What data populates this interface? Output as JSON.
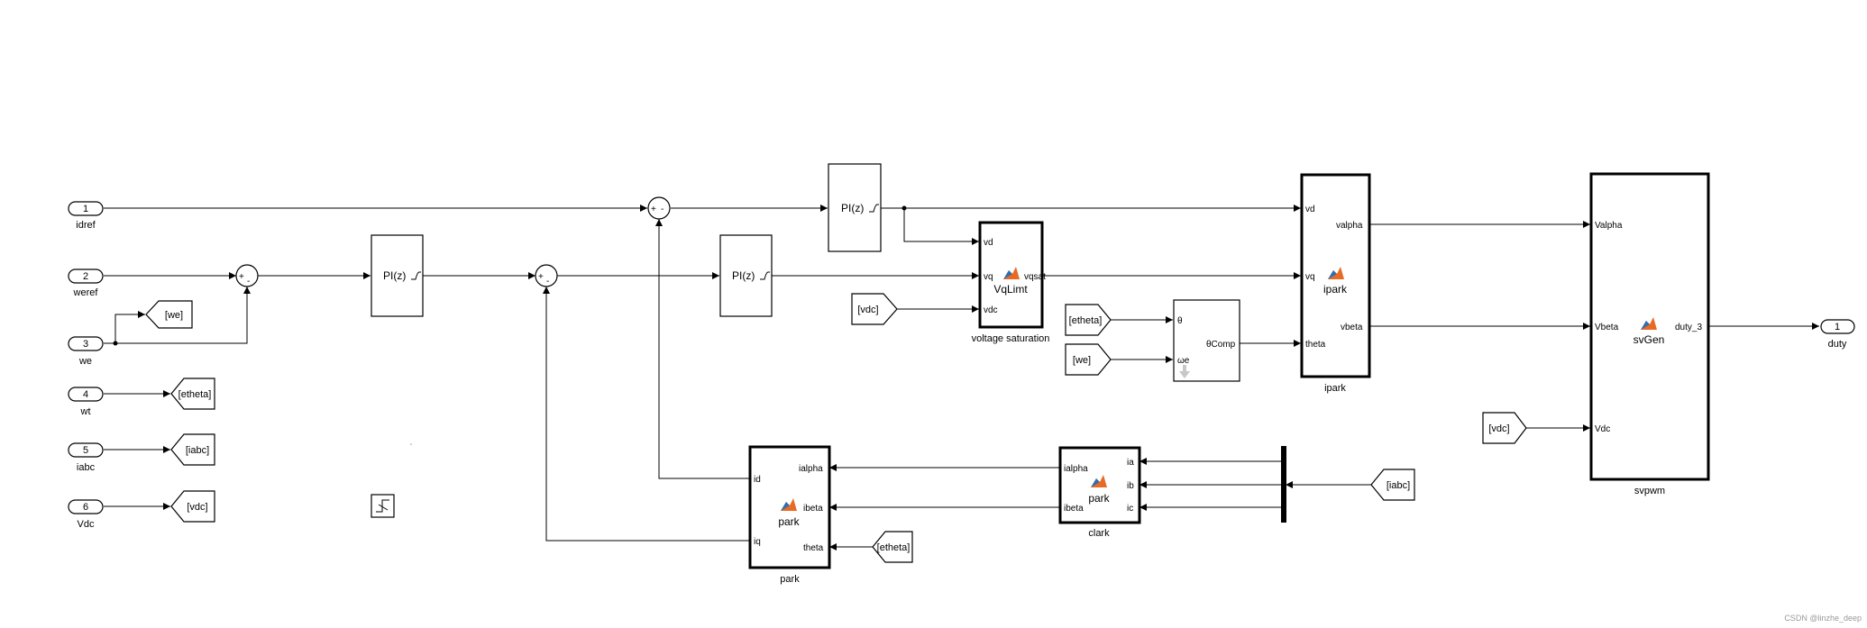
{
  "inports": [
    {
      "num": "1",
      "name": "idref"
    },
    {
      "num": "2",
      "name": "weref"
    },
    {
      "num": "3",
      "name": "we"
    },
    {
      "num": "4",
      "name": "wt"
    },
    {
      "num": "5",
      "name": "iabc"
    },
    {
      "num": "6",
      "name": "Vdc"
    }
  ],
  "outport": {
    "num": "1",
    "name": "duty"
  },
  "goto_tags": {
    "we": "[we]",
    "etheta": "[etheta]",
    "iabc": "[iabc]",
    "vdc": "[vdc]"
  },
  "from_tags": {
    "vdc": "[vdc]",
    "etheta": "[etheta]",
    "we": "[we]",
    "iabc": "[iabc]"
  },
  "sum_signs": {
    "plus": "+",
    "minus": "-"
  },
  "pi": {
    "label": "PI(z)"
  },
  "vqlimit": {
    "in_vd": "vd",
    "in_vq": "vq",
    "in_vdc": "vdc",
    "out": "vqsat",
    "func": "VqLimt",
    "caption": "voltage saturation"
  },
  "thetacomp": {
    "in_theta": "θ",
    "in_we": "ωe",
    "out": "θComp"
  },
  "ipark": {
    "in_vd": "vd",
    "in_vq": "vq",
    "in_theta": "theta",
    "out_alpha": "valpha",
    "out_beta": "vbeta",
    "func": "ipark",
    "caption": "ipark"
  },
  "svpwm": {
    "in_a": "Valpha",
    "in_b": "Vbeta",
    "in_c": "Vdc",
    "out": "duty_3",
    "func": "svGen",
    "caption": "svpwm"
  },
  "park": {
    "in_a": "ialpha",
    "in_b": "ibeta",
    "in_t": "theta",
    "out_d": "id",
    "out_q": "iq",
    "func": "park",
    "caption": "park"
  },
  "clark": {
    "in_a": "ia",
    "in_b": "ib",
    "in_c": "ic",
    "out_a": "ialpha",
    "out_b": "ibeta",
    "func": "park",
    "caption": "clark"
  },
  "watermark": "CSDN @linzhe_deep",
  "icons": [
    "matlab-function-icon",
    "step-icon",
    "arrow-down-icon"
  ]
}
